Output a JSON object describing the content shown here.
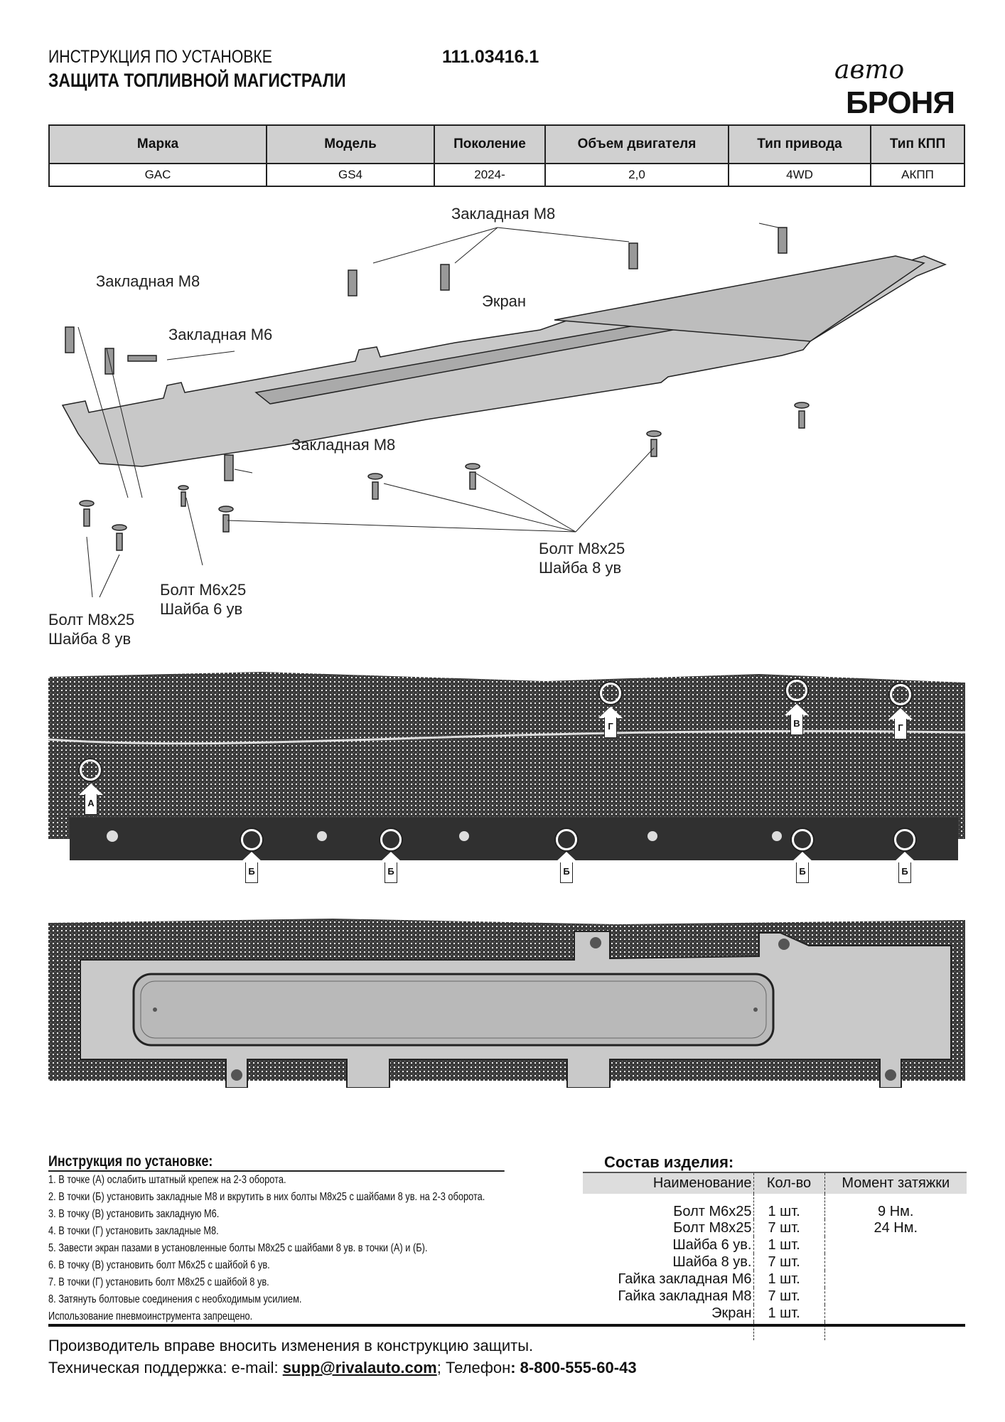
{
  "header": {
    "doc_type": "ИНСТРУКЦИЯ ПО УСТАНОВКЕ",
    "product": "ЗАЩИТА ТОПЛИВНОЙ МАГИСТРАЛИ",
    "code": "111.03416.1",
    "logo_script": "авто",
    "logo_text": "БРОНЯ"
  },
  "car_table": {
    "headers": [
      "Марка",
      "Модель",
      "Поколение",
      "Объем двигателя",
      "Тип привода",
      "Тип КПП"
    ],
    "values": [
      "GAC",
      "GS4",
      "2024-",
      "2,0",
      "4WD",
      "АКПП"
    ]
  },
  "diagram": {
    "labels": {
      "top_m8": "Закладная М8",
      "left_m8": "Закладная М8",
      "m6": "Закладная М6",
      "screen": "Экран",
      "mid_m8": "Закладная М8",
      "bolt_right_1": "Болт М8x25",
      "bolt_right_2": "Шайба 8 ув",
      "bolt_m6_1": "Болт М6x25",
      "bolt_m6_2": "Шайба 6 ув",
      "bolt_left_1": "Болт М8x25",
      "bolt_left_2": "Шайба 8 ув"
    }
  },
  "photo_markers": {
    "a": "А",
    "b": "Б",
    "v": "В",
    "g": "Г"
  },
  "instructions": {
    "title": "Инструкция по установке:",
    "steps": [
      "1. В точке (А) ослабить штатный крепеж на 2-3 оборота.",
      "2. В точки (Б) установить закладные М8 и вкрутить в них болты М8x25 с шайбами 8 ув. на 2-3 оборота.",
      "3. В точку (В) установить закладную М6.",
      "4. В точки (Г) установить закладные М8.",
      "5. Завести экран пазами в установленные болты М8x25 с шайбами 8 ув. в точки (А) и (Б).",
      "6. В точку (В) установить болт М6x25 с шайбой 6 ув.",
      "7. В точки (Г) установить болт М8x25 с шайбой 8 ув.",
      "8. Затянуть болтовые соединения с необходимым усилием.",
      "Использование пневмоинструмента запрещено."
    ]
  },
  "parts": {
    "title": "Состав изделия:",
    "headers": [
      "Наименование",
      "Кол-во",
      "Момент затяжки"
    ],
    "rows": [
      [
        "Болт М6x25",
        "1 шт.",
        "9 Нм."
      ],
      [
        "Болт М8x25",
        "7 шт.",
        "24 Нм."
      ],
      [
        "Шайба 6 ув.",
        "1 шт.",
        ""
      ],
      [
        "Шайба 8 ув.",
        "7 шт.",
        ""
      ],
      [
        "Гайка закладная М6",
        "1 шт.",
        ""
      ],
      [
        "Гайка закладная М8",
        "7 шт.",
        ""
      ],
      [
        "Экран",
        "1 шт.",
        ""
      ]
    ]
  },
  "footer": {
    "notice": "Производитель вправе вносить изменения в конструкцию защиты.",
    "support_label": "Техническая поддержка:  e-mail: ",
    "email": "supp@rivalauto.com",
    "phone_label": "; Телефон",
    "phone": ": 8-800-555-60-43"
  }
}
